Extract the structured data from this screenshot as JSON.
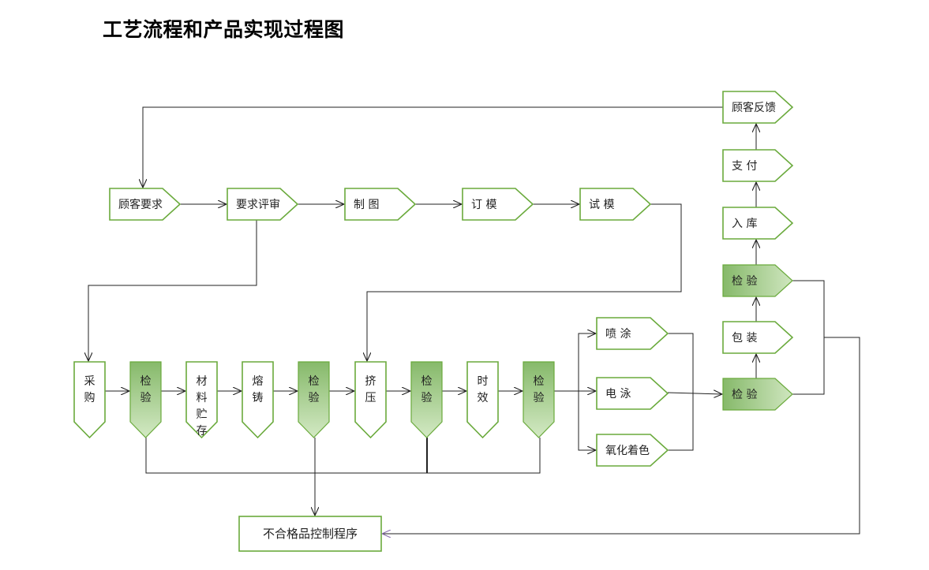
{
  "title": "工艺流程和产品实现过程图",
  "colors": {
    "outline": "#6aaa3c",
    "fill_dark": "#86b96a",
    "fill_light": "#d3e9c4",
    "line": "#222222"
  },
  "top_row": [
    {
      "id": "customer-req",
      "text": "顾客要求"
    },
    {
      "id": "req-review",
      "text": "要求评审"
    },
    {
      "id": "drawing",
      "text": "制  图"
    },
    {
      "id": "order-mold",
      "text": "订  模"
    },
    {
      "id": "trial-mold",
      "text": "试  模"
    }
  ],
  "right_column": [
    {
      "id": "feedback",
      "text": "顾客反馈"
    },
    {
      "id": "payment",
      "text": "支  付"
    },
    {
      "id": "warehousing",
      "text": "入  库"
    },
    {
      "id": "inspect-top",
      "text": "检  验",
      "filled": true
    },
    {
      "id": "packaging",
      "text": "包  装"
    },
    {
      "id": "inspect-bottom",
      "text": "检  验",
      "filled": true
    }
  ],
  "surface_options": [
    {
      "id": "spray",
      "text": "喷  涂"
    },
    {
      "id": "electrophoresis",
      "text": "电  泳"
    },
    {
      "id": "oxidation",
      "text": "氧化着色"
    }
  ],
  "bottom_row": [
    {
      "id": "purchase",
      "lines": [
        "采",
        "购"
      ],
      "filled": false
    },
    {
      "id": "inspect-1",
      "lines": [
        "检",
        "验"
      ],
      "filled": true
    },
    {
      "id": "storage",
      "lines": [
        "材",
        "料",
        "贮",
        "存"
      ],
      "filled": false
    },
    {
      "id": "casting",
      "lines": [
        "熔",
        "铸"
      ],
      "filled": false
    },
    {
      "id": "inspect-2",
      "lines": [
        "检",
        "验"
      ],
      "filled": true
    },
    {
      "id": "extrusion",
      "lines": [
        "挤",
        "压"
      ],
      "filled": false
    },
    {
      "id": "inspect-3",
      "lines": [
        "检",
        "验"
      ],
      "filled": true
    },
    {
      "id": "aging",
      "lines": [
        "时",
        "效"
      ],
      "filled": false
    },
    {
      "id": "inspect-4",
      "lines": [
        "检",
        "验"
      ],
      "filled": true
    }
  ],
  "nonconforming": "不合格品控制程序"
}
